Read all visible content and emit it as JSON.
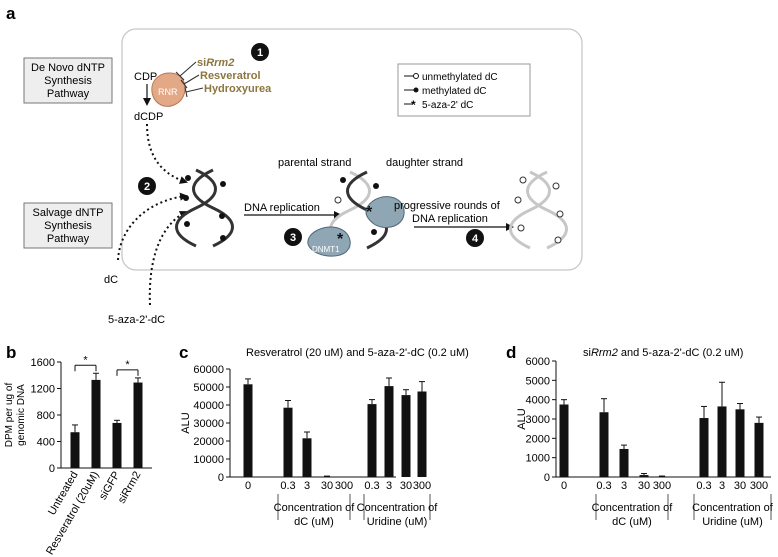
{
  "panel_a": {
    "label": "a",
    "de_novo_box": [
      "De Novo dNTP",
      "Synthesis",
      "Pathway"
    ],
    "salvage_box": [
      "Salvage dNTP",
      "Synthesis",
      "Pathway"
    ],
    "cdp": "CDP",
    "dcdp": "dCDP",
    "rnr": "RNR",
    "inhibitors": {
      "si_prefix": "si",
      "si_gene": "Rrm2",
      "resveratrol": "Resveratrol",
      "hydroxyurea": "Hydroxyurea"
    },
    "dc": "dC",
    "aza": "5-aza-2'-dC",
    "legend": {
      "unmethylated": "unmethylated dC",
      "methylated": "methylated dC",
      "aza": "5-aza-2' dC"
    },
    "parental": "parental strand",
    "daughter": "daughter strand",
    "dna_replication": "DNA replication",
    "progressive": [
      "progressive rounds of",
      "DNA replication"
    ],
    "dnmt1": "DNMT1",
    "steps": [
      "1",
      "2",
      "3",
      "4"
    ],
    "colors": {
      "inhibitor": "#8c7640",
      "rnr": "#e3a885",
      "dnmt": "#8fa6b4",
      "box": "#eeeeee"
    }
  },
  "chart_data": [
    {
      "panel": "b",
      "type": "bar",
      "ylabel": "DPM per ug of genomic DNA",
      "ylim": [
        0,
        1600
      ],
      "yticks": [
        0,
        400,
        800,
        1200,
        1600
      ],
      "categories": [
        "Untreated",
        "Resveratrol (20uM)",
        "siGFP",
        "siRrm2"
      ],
      "values": [
        540,
        1330,
        680,
        1290
      ],
      "errors": [
        110,
        100,
        40,
        70
      ],
      "significance": [
        "*",
        "*"
      ]
    },
    {
      "panel": "c",
      "type": "bar",
      "title": "Resveratrol (20 uM) and 5-aza-2'-dC (0.2 uM)",
      "ylabel": "ALU",
      "ylim": [
        0,
        60000
      ],
      "yticks": [
        0,
        10000,
        20000,
        30000,
        40000,
        50000,
        60000
      ],
      "categories": [
        "0",
        "0.3",
        "3",
        "30",
        "300",
        "0.3",
        "3",
        "30",
        "300"
      ],
      "values": [
        51500,
        38500,
        21500,
        200,
        0,
        40500,
        50500,
        45500,
        47500
      ],
      "errors": [
        3000,
        4000,
        3500,
        300,
        0,
        2500,
        4500,
        3000,
        5500
      ],
      "group_labels": [
        [
          "Concentration of",
          "dC (uM)"
        ],
        [
          "Concentration of",
          "Uridine (uM)"
        ]
      ]
    },
    {
      "panel": "d",
      "type": "bar",
      "title": "siRrm2 and 5-aza-2'-dC (0.2 uM)",
      "ylabel": "ALU",
      "ylim": [
        0,
        6000
      ],
      "yticks": [
        0,
        1000,
        2000,
        3000,
        4000,
        5000,
        6000
      ],
      "categories": [
        "0",
        "0.3",
        "3",
        "30",
        "300",
        "0.3",
        "3",
        "30",
        "300"
      ],
      "values": [
        3750,
        3350,
        1450,
        100,
        30,
        3050,
        3650,
        3500,
        2800
      ],
      "errors": [
        250,
        700,
        200,
        80,
        20,
        600,
        1250,
        300,
        300
      ],
      "group_labels": [
        [
          "Concentration of",
          "dC (uM)"
        ],
        [
          "Concentration of",
          "Uridine (uM)"
        ]
      ]
    }
  ]
}
